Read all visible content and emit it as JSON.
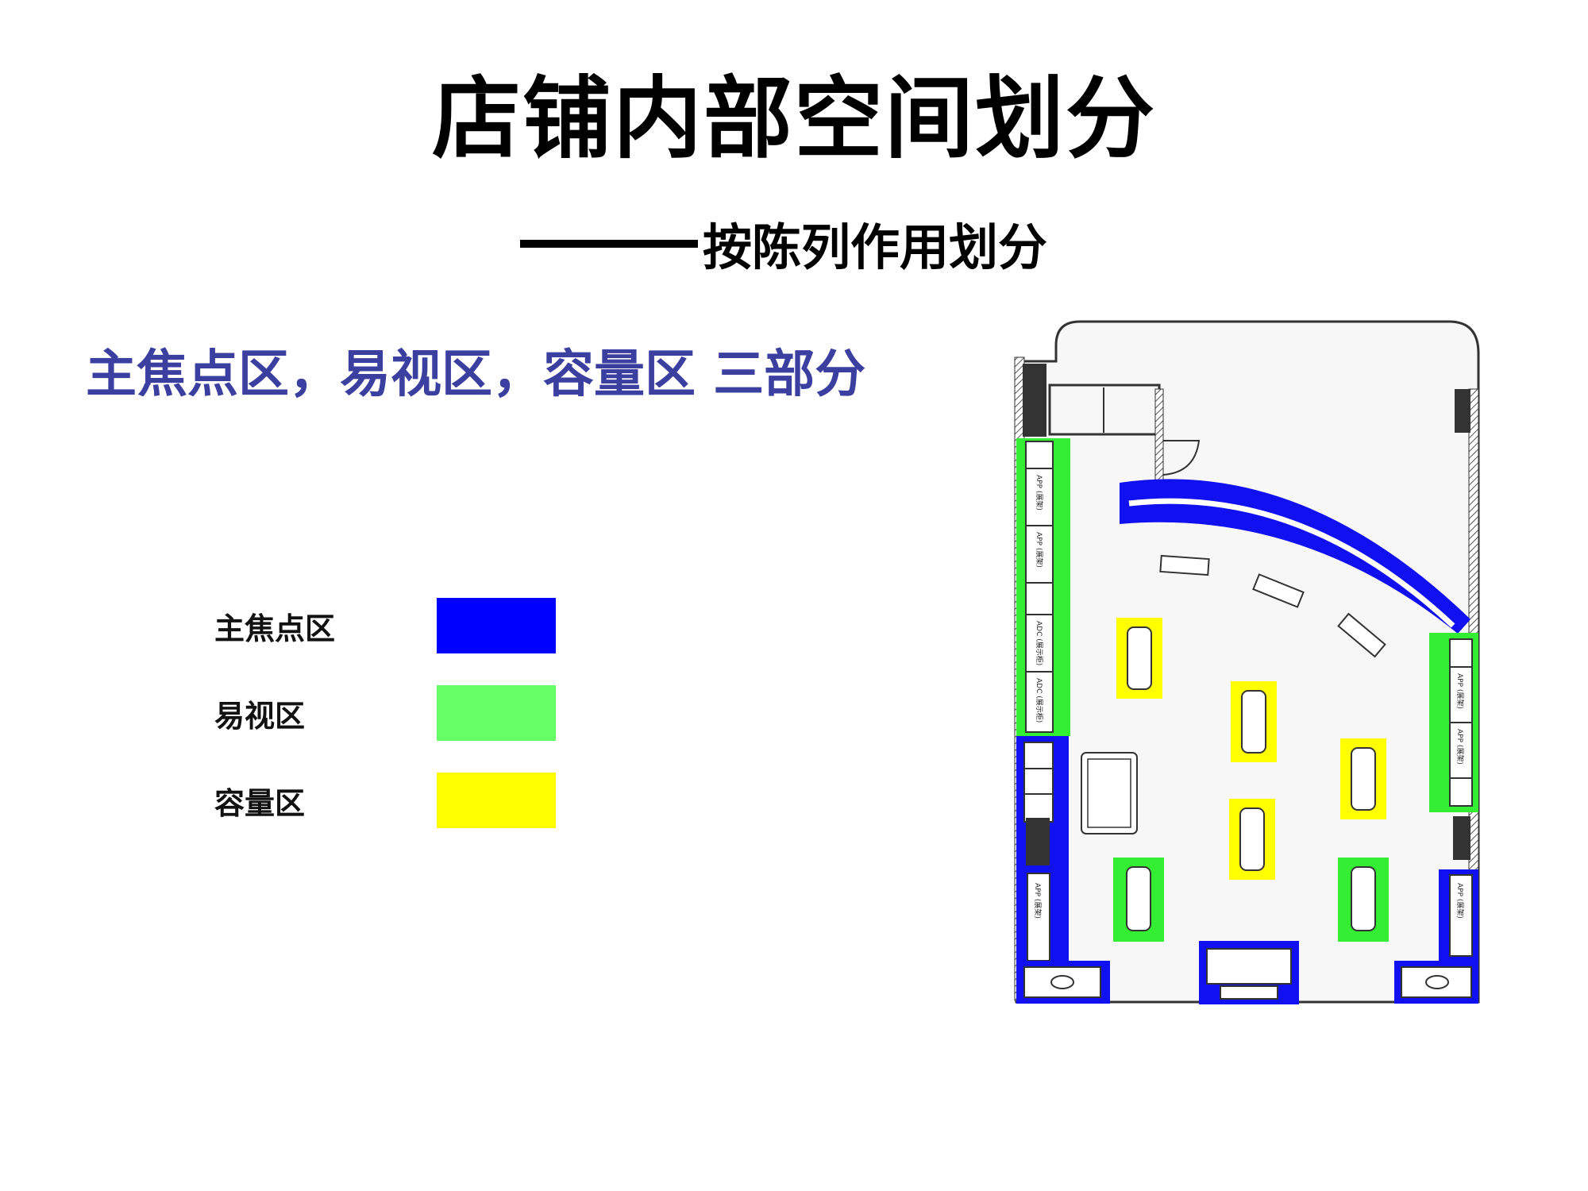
{
  "title": "店铺内部空间划分",
  "subtitle": "按陈列作用划分",
  "intro": "主焦点区，易视区，容量区 三部分",
  "legend": [
    {
      "label": "主焦点区",
      "color": "#0000ff"
    },
    {
      "label": "易视区",
      "color": "#66ff66"
    },
    {
      "label": "容量区",
      "color": "#ffff00"
    }
  ],
  "plan_colors": {
    "focus": "#1010f0",
    "visible": "#33ee33",
    "capacity": "#ffff00",
    "wall": "#333333",
    "floor": "#f7f7f7"
  },
  "fixture_labels": {
    "app": "APP (展架)",
    "adc": "ADC (展示柜)"
  }
}
